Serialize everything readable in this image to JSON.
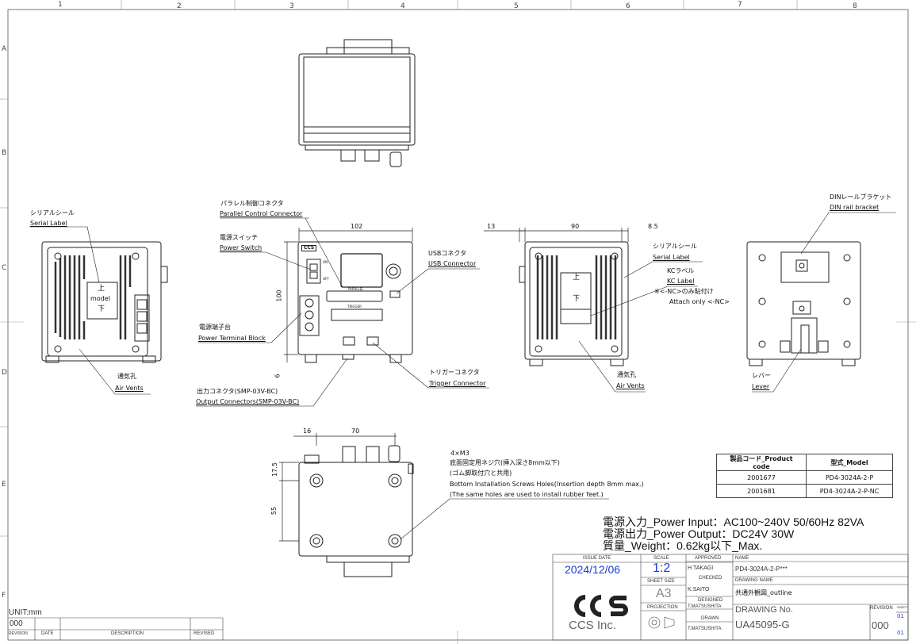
{
  "grid": {
    "cols": [
      "1",
      "2",
      "3",
      "4",
      "5",
      "6",
      "7",
      "8"
    ],
    "rows": [
      "A",
      "B",
      "C",
      "D",
      "E",
      "F"
    ]
  },
  "labels": {
    "serial_left_jp": "シリアルシール",
    "serial_left_en": "Serial Label",
    "model_top": "上",
    "model_mid": "model",
    "model_bot": "下",
    "air_left_jp": "通気孔",
    "air_left_en": "Air Vents",
    "parallel_jp": "パラレル制御コネクタ",
    "parallel_en": "Parallel Control Connector",
    "power_switch_jp": "電源スイッチ",
    "power_switch_en": "Power Switch",
    "usb_jp": "USBコネクタ",
    "usb_en": "USB Connector",
    "terminal_jp": "電源端子台",
    "terminal_en": "Power Terminal Block",
    "trigger_jp": "トリガーコネクタ",
    "trigger_en": "Trigger Connector",
    "output_jp": "出力コネクタ(SMP-03V-BC)",
    "output_en": "Output Connectors(SMP-03V-BC)",
    "serial_right_jp": "シリアルシール",
    "serial_right_en": "Serial Label",
    "kc_jp": "KCラベル",
    "kc_en": "KC Label",
    "kc_note_jp": "※<-NC>のみ貼付け",
    "kc_note_en": "Attach only <-NC>",
    "air_right_jp": "通気孔",
    "air_right_en": "Air Vents",
    "din_jp": "DINレールブラケット",
    "din_en": "DIN rail bracket",
    "lever_jp": "レバー",
    "lever_en": "Lever",
    "side_top": "上",
    "side_bot": "下",
    "screw_size": "4×M3",
    "screw_jp1": "底面固定用ネジ穴(挿入深さ8mm以下)",
    "screw_jp2": "(ゴム脚取付穴と共用)",
    "screw_en1": "Bottom Installation Screws Holes(Insertion depth 8mm max.)",
    "screw_en2": "(The same holes are used to install rubber feet.)",
    "panel_on": "ON",
    "panel_off": "OFF",
    "panel_parallel": "PARALLEL",
    "panel_trigger": "TRIGGER"
  },
  "dimensions": {
    "front_width": "102",
    "front_height": "100",
    "front_foot": "6",
    "side_left": "13",
    "side_width": "90",
    "side_right": "8.5",
    "bottom_a": "16",
    "bottom_b": "70",
    "bottom_c": "17.5",
    "bottom_d": "55"
  },
  "product_table": {
    "headers": [
      "製品コード_Product code",
      "型式_Model"
    ],
    "rows": [
      [
        "2001677",
        "PD4-3024A-2-P"
      ],
      [
        "2001681",
        "PD4-3024A-2-P-NC"
      ]
    ]
  },
  "specs": {
    "input": "電源入力_Power Input：AC100~240V 50/60Hz 82VA",
    "output": "電源出力_Power Output：DC24V 30W",
    "weight": "質量_Weight：0.62kg以下_Max."
  },
  "title_block": {
    "unit": "UNIT:mm",
    "rev_value": "000",
    "rev_label": "REVISION",
    "date_label": "DATE",
    "desc_label": "DESCRIPTION",
    "revised_label": "REVISED",
    "issue_date_label": "ISSUE DATE",
    "issue_date": "2024/12/06",
    "scale_label": "SCALE",
    "scale": "1:2",
    "sheet_size_label": "SHEET SIZE",
    "sheet_size": "A3",
    "projection_label": "PROJECTION",
    "approved_label": "APPROVED",
    "approved": "H.TAKAGI",
    "checked_label": "CHECKED",
    "checked": "K.SAITO",
    "designed_label": "DESIGNED",
    "designed": "T.MATSUSHITA",
    "drawn_label": "DRAWN",
    "drawn": "T.MATSUSHITA",
    "name_label": "NAME",
    "name": "PD4-3024A-2-P***",
    "drawing_name_label": "DRAWING NAME",
    "drawing_name": "共通外観図_outline",
    "drawing_no_label": "DRAWING No.",
    "drawing_no": "UA45095-G",
    "revision_label": "REVISION",
    "sheet_label": "SHEET",
    "revision": "000",
    "sheet_top": "01",
    "sheet_bot": "01",
    "company": "CCS Inc.",
    "logo": "CCS",
    "panel_logo": "CCS"
  },
  "colors": {
    "accent": "#1a3fd0",
    "line": "#222222"
  }
}
